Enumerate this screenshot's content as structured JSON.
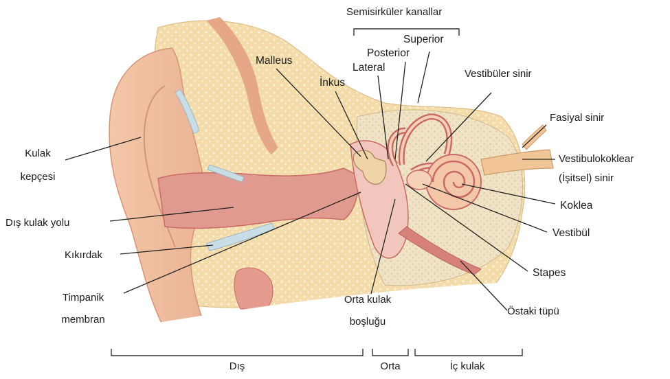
{
  "labels": {
    "semicircular_canals": "Semisirküler kanallar",
    "superior": "Superior",
    "posterior": "Posterior",
    "lateral": "Lateral",
    "malleus": "Malleus",
    "incus": "İnkus",
    "vestibular_nerve": "Vestibüler sinir",
    "facial_nerve": "Fasiyal sinir",
    "vestibulocochlear_line1": "Vestibulokoklear",
    "vestibulocochlear_line2": "(İşitsel) sinir",
    "auricle_line1": "Kulak",
    "auricle_line2": "kepçesi",
    "ear_canal": "Dış kulak yolu",
    "cartilage": "Kıkırdak",
    "tympanic_line1": "Timpanik",
    "tympanic_line2": "membran",
    "cochlea": "Koklea",
    "vestibule": "Vestibül",
    "stapes": "Stapes",
    "middle_ear_cavity_line1": "Orta kulak",
    "middle_ear_cavity_line2": "boşluğu",
    "eustachian_tube": "Östaki tüpü",
    "outer": "Dış",
    "middle": "Orta",
    "inner": "İç kulak"
  },
  "colors": {
    "bone": "#f3dcaa",
    "bone_dots": "#fbf1d9",
    "skin": "#f1c2a2",
    "skin_dark": "#e7a587",
    "cartilage": "#c9dde6",
    "tissue": "#e09a8f",
    "tissue_dark": "#c96a66",
    "inner_ear": "#f0d8a8"
  }
}
